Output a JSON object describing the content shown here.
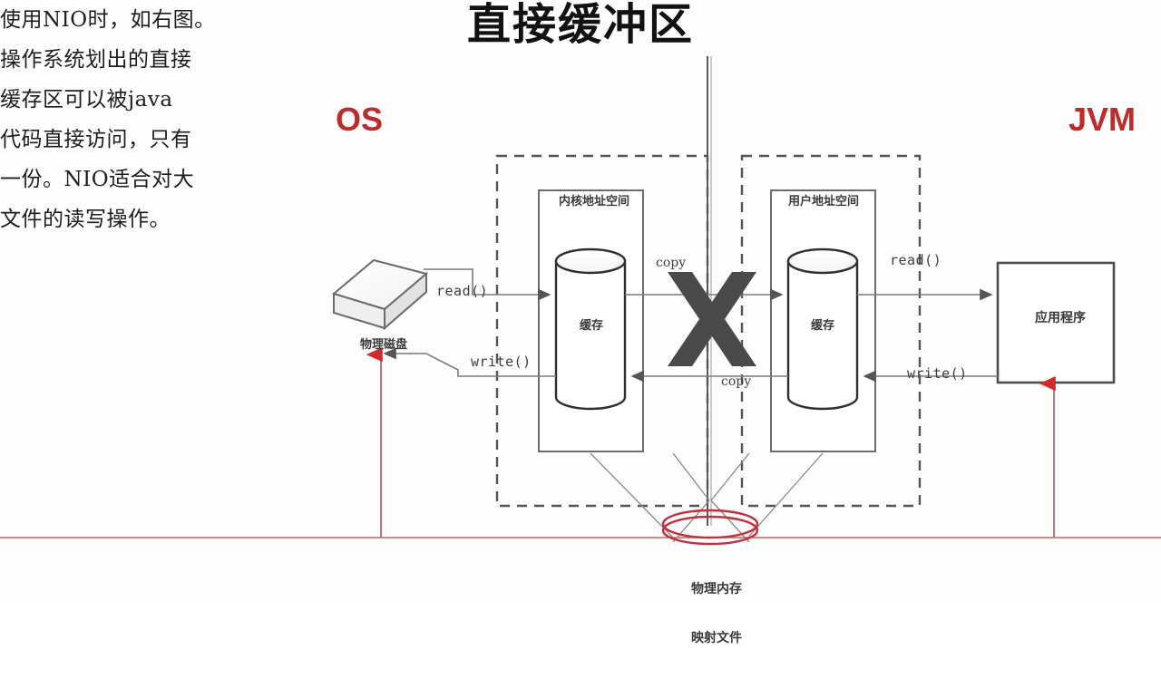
{
  "title": "直接缓冲区",
  "labels": {
    "os": "OS",
    "jvm": "JVM"
  },
  "paragraph": {
    "lines": [
      "使用NIO时，如右图。",
      "操作系统划出的直接",
      "缓存区可以被java",
      "代码直接访问，只有",
      "一份。NIO适合对大",
      "文件的读写操作。"
    ]
  },
  "diagram": {
    "kernel_box_caption": "内核地址空间",
    "user_box_caption": "用户地址空间",
    "kernel_cylinder_caption": "缓存",
    "user_cylinder_caption": "缓存",
    "disk_caption": "物理磁盘",
    "app_caption": "应用程序",
    "mmap_caption_line1": "物理内存",
    "mmap_caption_line2": "映射文件",
    "call_read_disk": "read()",
    "call_write_left": "write()",
    "call_copy_top": "copy",
    "call_copy_bottom": "copy",
    "call_read_right": "read()",
    "call_write_right": "write()",
    "cross_marker": "x-cross-blocked"
  },
  "colors": {
    "accent_red": "#bf2a2a",
    "line_red": "#c0646e",
    "stroke_gray": "#585858",
    "cross_gray": "#4a4a4a",
    "background": "#fdfdfd",
    "text": "#2b2b2b"
  }
}
